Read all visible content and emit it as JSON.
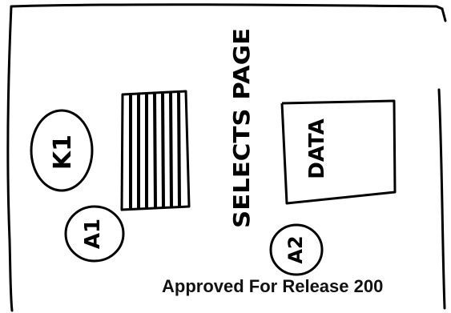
{
  "diagram": {
    "vertical_label": "SELECTS PAGE",
    "data_box_label": "DATA",
    "keyboard_label": "K1",
    "station_a1_label": "A1",
    "station_a2_label": "A2"
  },
  "footer": {
    "release_stamp": "Approved For Release 200"
  },
  "colors": {
    "ink": "#000000",
    "paper": "#ffffff"
  }
}
